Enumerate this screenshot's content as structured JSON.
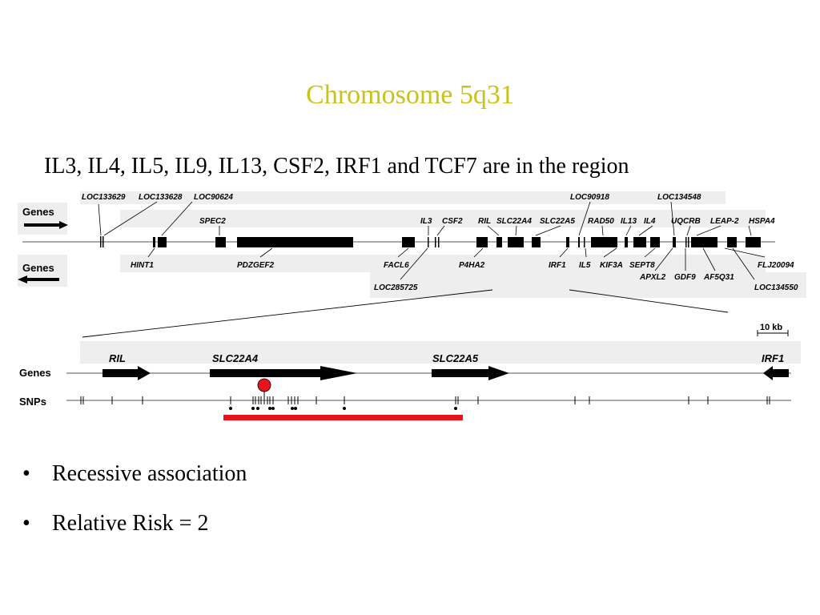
{
  "slide": {
    "title": "Chromosome 5q31",
    "subtitle": "IL3, IL4, IL5, IL9, IL13, CSF2, IRF1 and TCF7 are in the region"
  },
  "overview": {
    "genes_forward_label": "Genes",
    "genes_reverse_label": "Genes",
    "top_labels": [
      "LOC133629",
      "LOC133628",
      "LOC90624",
      "SPEC2",
      "IL3",
      "CSF2",
      "RIL",
      "SLC22A4",
      "SLC22A5",
      "LOC90918",
      "RAD50",
      "IL13",
      "IL4",
      "LOC134548",
      "UQCRB",
      "LEAP-2",
      "HSPA4"
    ],
    "bottom_labels": [
      "HINT1",
      "PDZGEF2",
      "FACL6",
      "LOC285725",
      "P4HA2",
      "IRF1",
      "IL5",
      "KIF3A",
      "SEPT8",
      "APXL2",
      "GDF9",
      "AF5Q31",
      "FLJ20094",
      "LOC134550"
    ]
  },
  "zoom": {
    "scale_label": "10 kb",
    "genes_label": "Genes",
    "snps_label": "SNPs",
    "gene_labels": [
      "RIL",
      "SLC22A4",
      "SLC22A5",
      "IRF1"
    ]
  },
  "colors": {
    "title": "#c9c21a",
    "highlight_bar": "#e8141b",
    "snp_marker": "#e8141b"
  },
  "bullets": [
    {
      "text": "Recessive association"
    },
    {
      "text": "Relative Risk = 2"
    }
  ]
}
